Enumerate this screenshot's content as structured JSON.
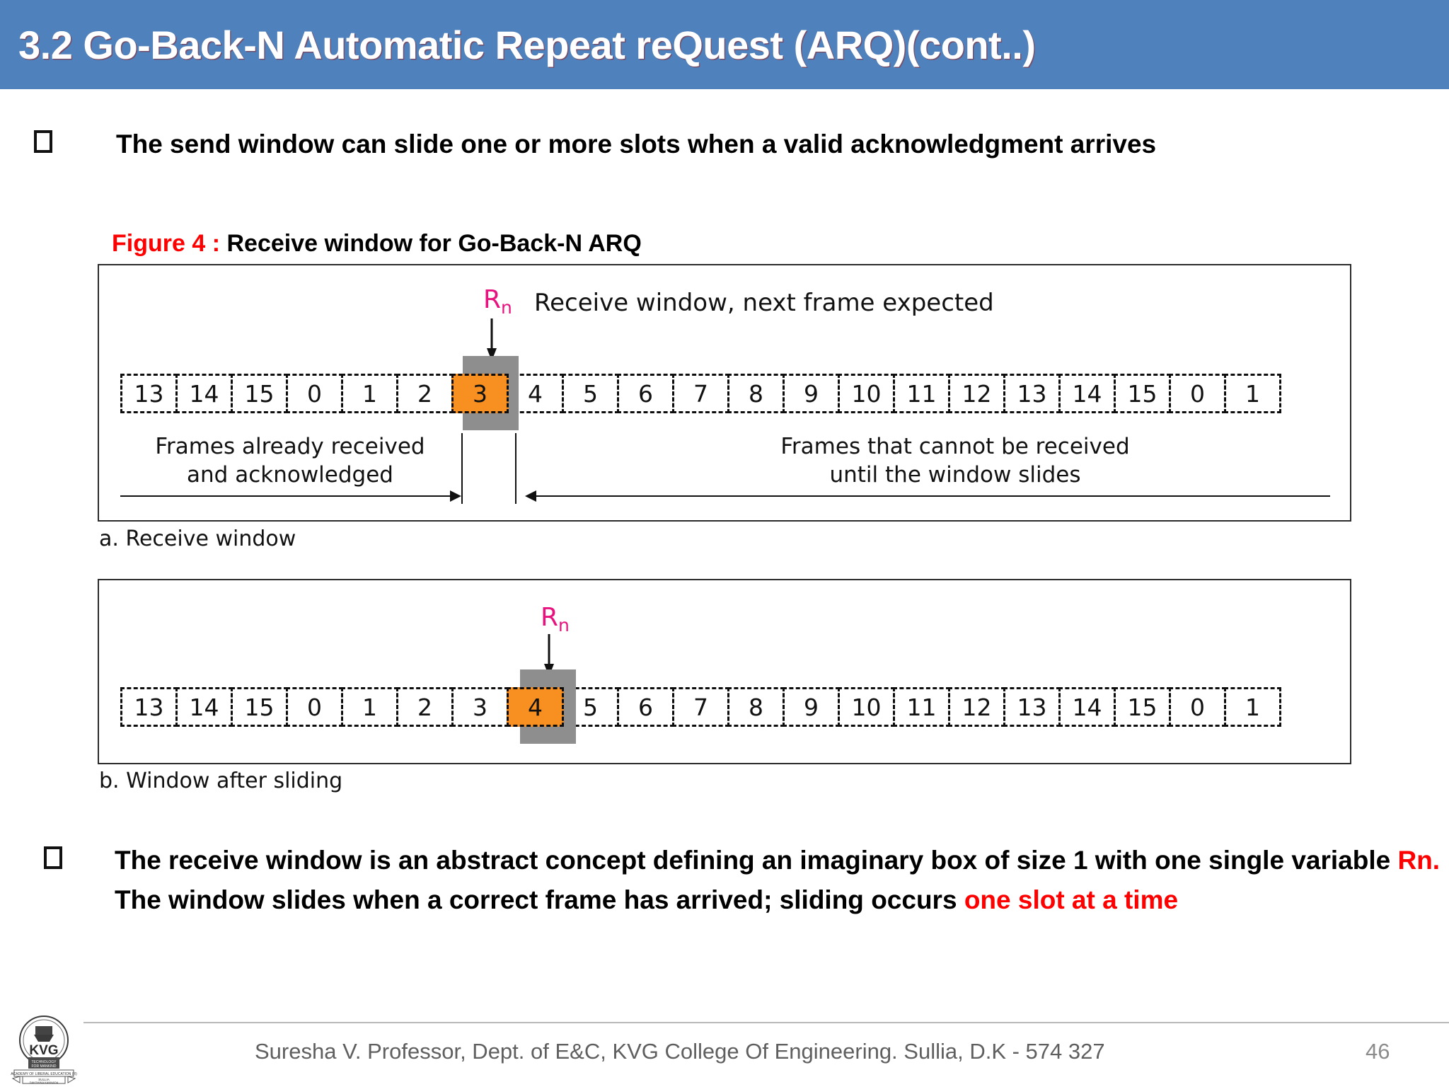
{
  "slide": {
    "title": "3.2 Go-Back-N Automatic Repeat reQuest (ARQ)(cont..)",
    "title_bg": "#4f81bd",
    "accent_red": "#ff0000",
    "accent_pink": "#e8127f",
    "highlight_orange": "#f79020",
    "window_grey": "#8e8e8e"
  },
  "bullets": {
    "top": "The send window can slide one or more slots when a valid acknowledgment arrives",
    "bottom": {
      "part1": "The receive window is an abstract concept defining an imaginary box of size 1 with one single variable  ",
      "red1": "Rn.",
      "part2": "  The window slides when a correct frame has arrived; sliding occurs ",
      "red2": "one slot at a time"
    }
  },
  "figure": {
    "number_label": "Figure 4 :",
    "caption": " Receive window for Go-Back-N ARQ",
    "rn_label": "R",
    "rn_sub": "n",
    "rn_note": "Receive window, next frame expected",
    "panel_a_caption": "a. Receive window",
    "panel_b_caption": "b. Window after sliding",
    "range_left": "Frames already received\nand acknowledged",
    "range_left_line1": "Frames already received",
    "range_left_line2": "and acknowledged",
    "range_right_line1": "Frames that cannot be received",
    "range_right_line2": "until the window slides"
  },
  "chart_data": {
    "type": "table",
    "title": "Receive window for Go-Back-N ARQ",
    "panels": [
      {
        "id": "a",
        "caption": "a. Receive window",
        "slots": [
          "13",
          "14",
          "15",
          "0",
          "1",
          "2",
          "3",
          "4",
          "5",
          "6",
          "7",
          "8",
          "9",
          "10",
          "11",
          "12",
          "13",
          "14",
          "15",
          "0",
          "1"
        ],
        "current_index": 6,
        "current_value": "3",
        "marker": "Rn",
        "marker_note": "Receive window, next frame expected",
        "annotations": [
          {
            "text": "Frames already received and acknowledged",
            "span": [
              0,
              5
            ]
          },
          {
            "text": "Frames that cannot be received until the window slides",
            "span": [
              7,
              20
            ]
          }
        ]
      },
      {
        "id": "b",
        "caption": "b. Window after sliding",
        "slots": [
          "13",
          "14",
          "15",
          "0",
          "1",
          "2",
          "3",
          "4",
          "5",
          "6",
          "7",
          "8",
          "9",
          "10",
          "11",
          "12",
          "13",
          "14",
          "15",
          "0",
          "1"
        ],
        "current_index": 7,
        "current_value": "4",
        "marker": "Rn",
        "marker_note": "",
        "annotations": []
      }
    ]
  },
  "footer": {
    "attribution": "Suresha V. Professor, Dept. of  E&C, KVG College Of Engineering. Sullia, D.K - 574 327",
    "page": "46",
    "logo_lines": [
      "KVG COLLEGE OF ENGINEERING",
      "KVG",
      "TECHNOLOGY FOR MANKIND",
      "ACADEMY OF LIBERAL EDUCATION (R)",
      "SULLIA DAKSHINA KANNADA"
    ]
  }
}
